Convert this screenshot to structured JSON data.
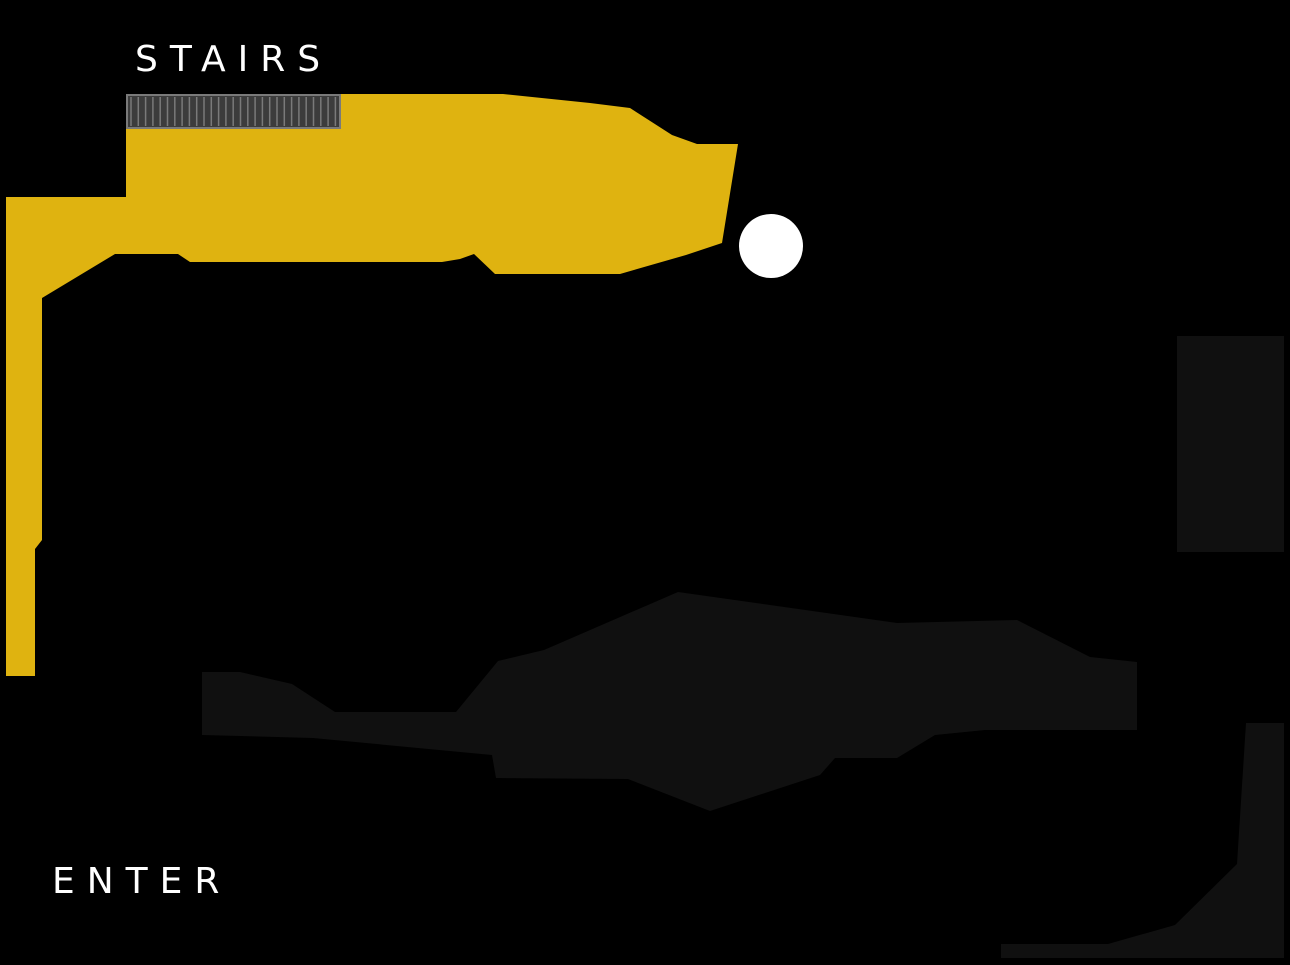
{
  "labels": {
    "stairs": "STAIRS",
    "enter": "ENTER"
  },
  "colors": {
    "background": "#000000",
    "explored_area": "#DFB310",
    "unexplored_area": "#101010",
    "player": "#FFFFFF",
    "stairs_fill": "#3C3C3C",
    "stairs_stroke": "#7A7A7A"
  },
  "icons": {
    "player": "player-marker",
    "stairs": "stairs-tile"
  }
}
